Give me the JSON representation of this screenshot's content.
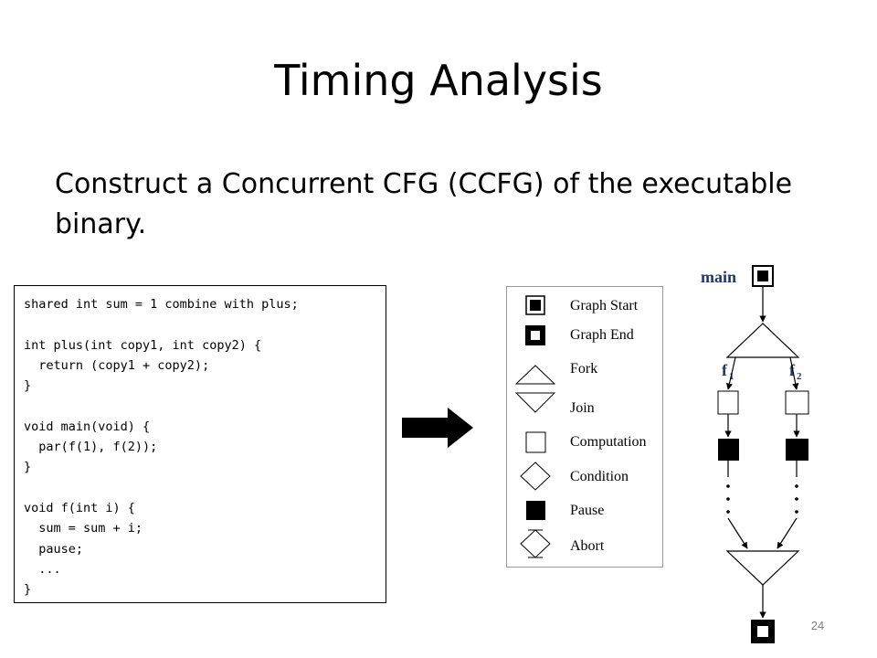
{
  "slide": {
    "title": "Timing Analysis",
    "subtitle": "Construct a Concurrent CFG (CCFG) of the executable binary.",
    "page_number": "24"
  },
  "code": {
    "text": "shared int sum = 1 combine with plus;\n\nint plus(int copy1, int copy2) {\n  return (copy1 + copy2);\n}\n\nvoid main(void) {\n  par(f(1), f(2));\n}\n\nvoid f(int i) {\n  sum = sum + i;\n  pause;\n  ...\n}"
  },
  "legend": {
    "items": [
      {
        "label": "Graph Start",
        "icon": "graph-start-icon"
      },
      {
        "label": "Graph End",
        "icon": "graph-end-icon"
      },
      {
        "label": "Fork",
        "icon": "fork-icon"
      },
      {
        "label": "Join",
        "icon": "join-icon"
      },
      {
        "label": "Computation",
        "icon": "computation-icon"
      },
      {
        "label": "Condition",
        "icon": "condition-icon"
      },
      {
        "label": "Pause",
        "icon": "pause-icon"
      },
      {
        "label": "Abort",
        "icon": "abort-icon"
      }
    ]
  },
  "ccfg": {
    "main_label": "main",
    "branch1_label": "f",
    "branch1_sub": "1",
    "branch2_label": "f",
    "branch2_sub": "2",
    "ellipsis": "⋮"
  },
  "colors": {
    "ink": "#000000",
    "legend_border": "#9a9a9a",
    "main_label": "#1f3864",
    "page_number": "#7f7f7f"
  }
}
